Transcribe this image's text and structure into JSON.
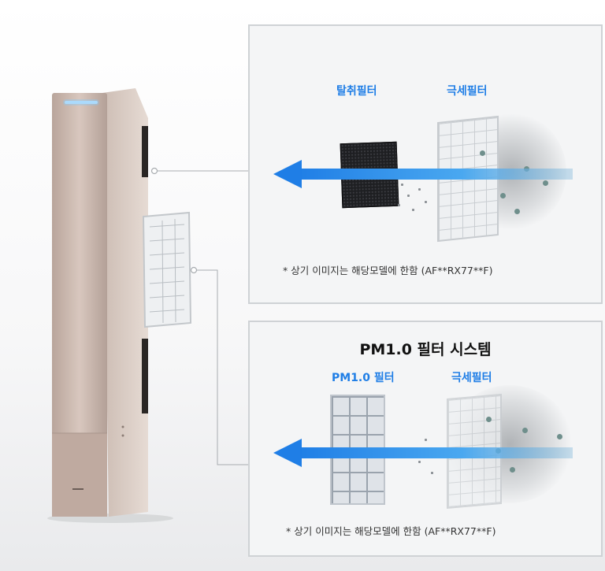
{
  "top_panel": {
    "label_left": "탈취필터",
    "label_right": "극세필터",
    "note": "* 상기 이미지는 해당모델에 한함 (AF**RX77**F)"
  },
  "bottom_panel": {
    "title": "PM1.0 필터 시스템",
    "label_left": "PM1.0 필터",
    "label_right": "극세필터",
    "note": "* 상기 이미지는 해당모델에 한함 (AF**RX77**F)"
  },
  "colors": {
    "accent_blue": "#1f7ee6",
    "purifier_body": "#c8b5ab",
    "panel_border": "#cfd2d5"
  }
}
